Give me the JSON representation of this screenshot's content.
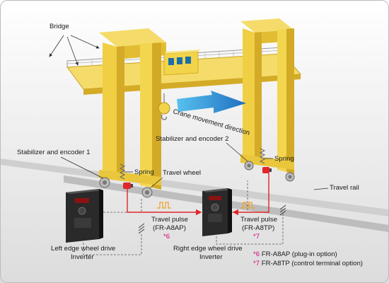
{
  "labels": {
    "bridge": "Bridge",
    "crane_direction": "Crane movement direction",
    "stabilizer_1": "Stabilizer and encoder 1",
    "stabilizer_2": "Stabilizer and encoder 2",
    "spring_left": "Spring",
    "spring_right": "Spring",
    "travel_wheel": "Travel wheel",
    "travel_rail": "Travel rail",
    "pulse_left_line1": "Travel pulse",
    "pulse_left_line2": "(FR-A8AP)",
    "pulse_left_star": "*6",
    "pulse_right_line1": "Travel pulse",
    "pulse_right_line2": "(FR-A8TP)",
    "pulse_right_star": "*7",
    "left_inverter_line1": "Left edge wheel drive",
    "left_inverter_line2": "Inverter",
    "right_inverter_line1": "Right edge wheel drive",
    "right_inverter_line2": "Inverter"
  },
  "notes": [
    {
      "star": "*6",
      "text": " FR-A8AP (plug-in option)"
    },
    {
      "star": "*7",
      "text": " FR-A8TP (control terminal option)"
    }
  ],
  "colors": {
    "crane_yellow": "#f2d34a",
    "crane_dark": "#d2a920",
    "accent_magenta": "#d6007a",
    "pulse_red": "#e0262a",
    "pulse_orange": "#f0a020",
    "arrow_blue": "#3aa0e0",
    "rail_gray": "#c8c8c8",
    "background_gray": "#e6e6e6"
  }
}
